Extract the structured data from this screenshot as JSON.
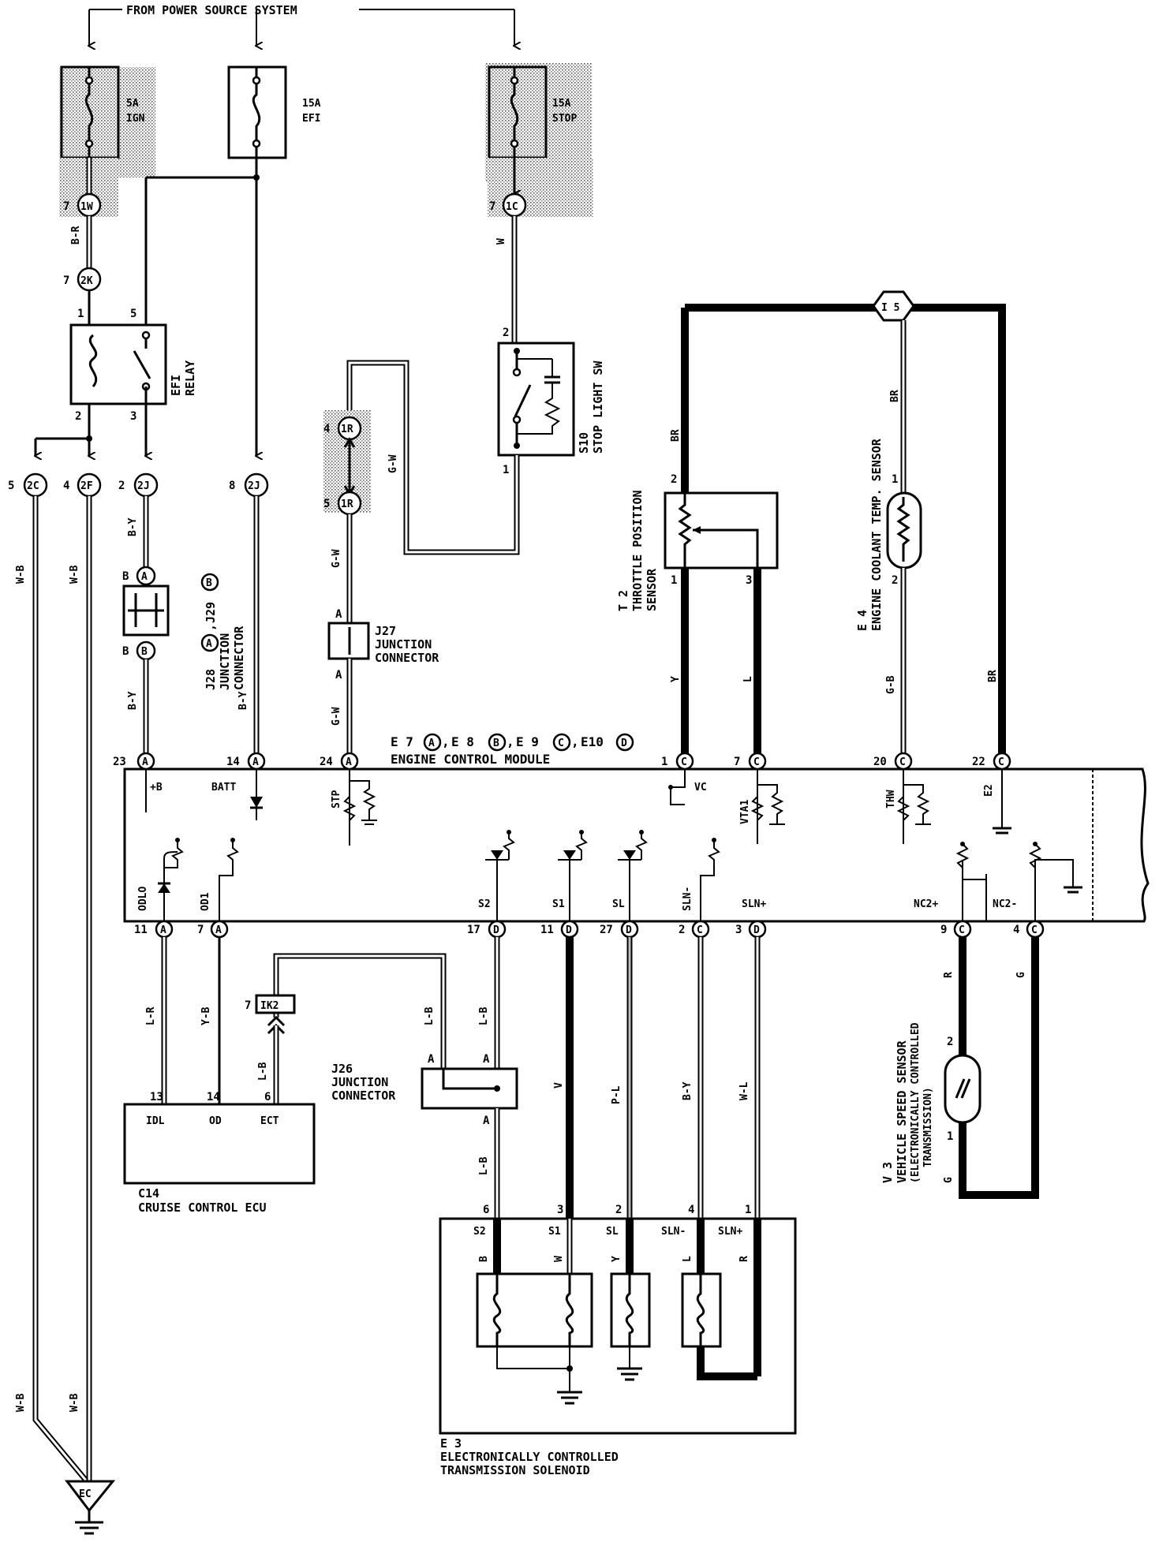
{
  "header": "FROM POWER SOURCE SYSTEM",
  "fuses": [
    {
      "amp": "5A",
      "name": "IGN"
    },
    {
      "amp": "15A",
      "name": "EFI"
    },
    {
      "amp": "15A",
      "name": "STOP"
    }
  ],
  "connectors": {
    "c1W": "1W",
    "c1C": "1C",
    "c2K": "2K",
    "c2J": "2J",
    "c2C": "2C",
    "c2F": "2F",
    "c1R": "1R",
    "cI5": "I 5",
    "cIK2": "IK2",
    "cEC": "EC",
    "A": "A",
    "B": "B",
    "C": "C",
    "D": "D"
  },
  "wires": {
    "BR": "B-R",
    "BY": "B-Y",
    "WB": "W-B",
    "W": "W",
    "GW": "G-W",
    "BRn": "BR",
    "Y": "Y",
    "L": "L",
    "GB": "G-B",
    "LR": "L-R",
    "YB": "Y-B",
    "LB": "L-B",
    "V": "V",
    "PL": "P-L",
    "WL": "W-L",
    "R": "R",
    "G": "G"
  },
  "pins": {
    "p1": "1",
    "p2": "2",
    "p3": "3",
    "p4": "4",
    "p5": "5",
    "p6": "6",
    "p7": "7",
    "p8": "8",
    "p9": "9",
    "p11": "11",
    "p13": "13",
    "p14": "14",
    "p17": "17",
    "p20": "20",
    "p22": "22",
    "p23": "23",
    "p24": "24",
    "p27": "27"
  },
  "relay": {
    "line1": "EFI",
    "line2": "RELAY"
  },
  "stop_sw": {
    "id": "S10",
    "name": "STOP LIGHT SW"
  },
  "junctions": {
    "j28_id": "J28",
    "j28_sep": ",",
    "j29_id": "J29",
    "j28_name1": "JUNCTION",
    "j28_name2": "CONNECTOR",
    "j27_id": "J27",
    "j27_name1": "JUNCTION",
    "j27_name2": "CONNECTOR",
    "j26_id": "J26",
    "j26_name1": "JUNCTION",
    "j26_name2": "CONNECTOR"
  },
  "tps": {
    "id": "T 2",
    "name1": "THROTTLE POSITION",
    "name2": "SENSOR"
  },
  "ects": {
    "id": "E 4",
    "name": "ENGINE COOLANT TEMP. SENSOR"
  },
  "ecm": {
    "e7": "E 7",
    "e8": "E 8",
    "e9": "E 9",
    "e10": "E10",
    "comma": ",",
    "name": "ENGINE CONTROL MODULE",
    "terminals": {
      "b_plus": "+B",
      "batt": "BATT",
      "stp": "STP",
      "vc": "VC",
      "vta1": "VTA1",
      "thw": "THW",
      "e2": "E2",
      "odlo": "ODLO",
      "od1": "OD1",
      "s2": "S2",
      "s1": "S1",
      "sl": "SL",
      "sln_minus": "SLN-",
      "sln_plus": "SLN+",
      "nc2_plus": "NC2+",
      "nc2_minus": "NC2-"
    }
  },
  "cruise": {
    "id": "C14",
    "name": "CRUISE CONTROL ECU",
    "idl": "IDL",
    "od": "OD",
    "ect": "ECT"
  },
  "solenoid": {
    "id": "E 3",
    "name1": "ELECTRONICALLY CONTROLLED",
    "name2": "TRANSMISSION SOLENOID",
    "s2": "S2",
    "s1": "S1",
    "sl": "SL",
    "sln_minus": "SLN-",
    "sln_plus": "SLN+",
    "w_b": "B",
    "w_w": "W",
    "w_y": "Y",
    "w_l": "L",
    "w_r": "R"
  },
  "vss": {
    "id": "V 3",
    "name1": "VEHICLE SPEED SENSOR",
    "name2": "(ELECTRONICALLY CONTROLLED",
    "name3": "TRANSMISSION)"
  }
}
